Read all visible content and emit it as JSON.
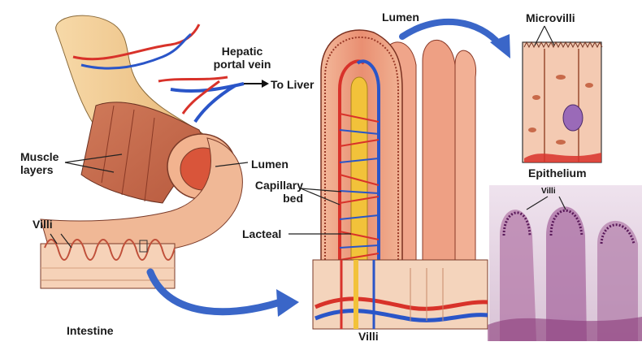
{
  "labels": {
    "hepatic_portal_vein_line1": "Hepatic",
    "hepatic_portal_vein_line2": "portal vein",
    "to_liver": "To Liver",
    "muscle_layers_line1": "Muscle",
    "muscle_layers_line2": "layers",
    "lumen_left": "Lumen",
    "villi_left": "Villi",
    "intestine": "Intestine",
    "lumen_top": "Lumen",
    "capillary_bed_line1": "Capillary",
    "capillary_bed_line2": "bed",
    "lacteal": "Lacteal",
    "villi_bottom": "Villi",
    "microvilli": "Microvilli",
    "epithelium": "Epithelium",
    "villi_micrograph": "Villi"
  },
  "colors": {
    "artery": "#d8322a",
    "vein": "#2a55c8",
    "lacteal": "#f2c23a",
    "tissue": "#e9957a",
    "tissue_light": "#f6c9ab",
    "arrow": "#3a66c8",
    "micrograph_bg": "#e8dde8",
    "micrograph_stain": "#7a3a7a"
  }
}
